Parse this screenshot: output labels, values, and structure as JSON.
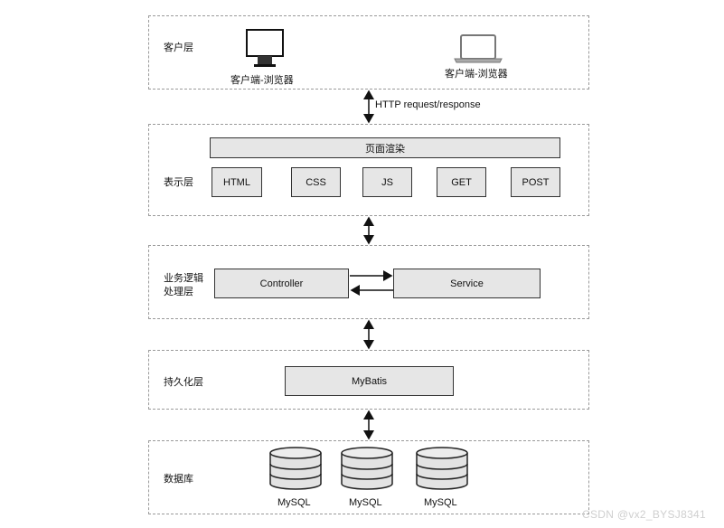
{
  "layers": {
    "client": {
      "label": "客户层",
      "desktop_caption": "客户端-浏览器",
      "laptop_caption": "客户端-浏览器",
      "desktop_icon": "desktop-monitor-icon",
      "laptop_icon": "laptop-icon"
    },
    "presentation": {
      "label": "表示层",
      "render_box": "页面渲染",
      "items": [
        "HTML",
        "CSS",
        "JS",
        "GET",
        "POST"
      ]
    },
    "business": {
      "label_line1": "业务逻辑",
      "label_line2": "处理层",
      "controller": "Controller",
      "service": "Service"
    },
    "persistence": {
      "label": "持久化层",
      "mybatis": "MyBatis"
    },
    "database": {
      "label": "数据库",
      "db_icon": "database-cylinder-icon",
      "dbs": [
        "MySQL",
        "MySQL",
        "MySQL"
      ]
    }
  },
  "connections": {
    "http_label": "HTTP request/response"
  },
  "watermark": "CSDN @vx2_BYSJ8341"
}
